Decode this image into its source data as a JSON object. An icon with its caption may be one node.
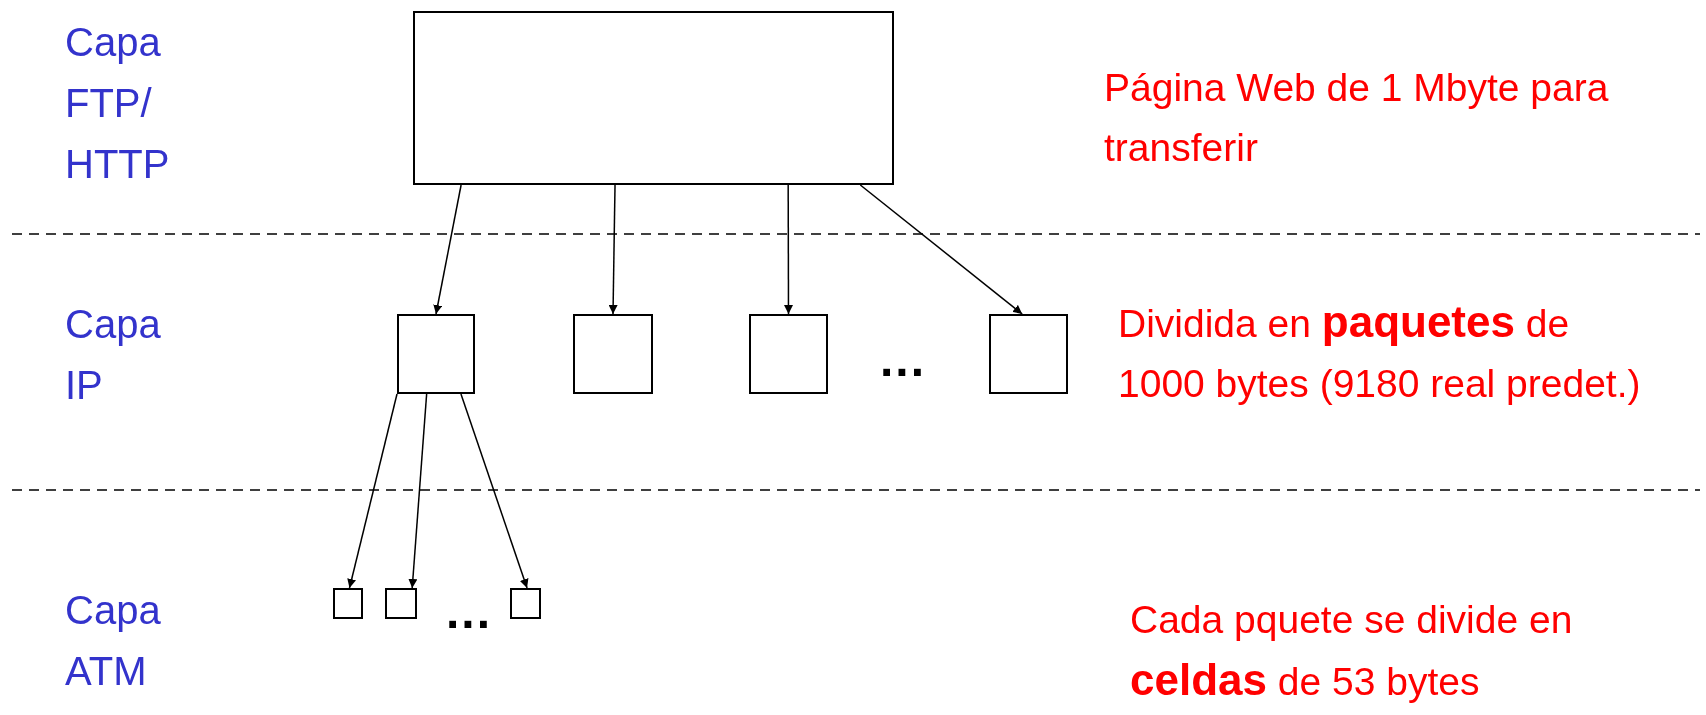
{
  "diagram": {
    "nodes": [
      {
        "text": [],
        "shape": "box"
      },
      {
        "text": [],
        "shape": "box"
      },
      {
        "text": [],
        "shape": "box"
      },
      {
        "text": [],
        "shape": "box"
      },
      {
        "text": [],
        "shape": "box"
      },
      {
        "text": [],
        "shape": "box"
      },
      {
        "text": [],
        "shape": "box"
      },
      {
        "text": [],
        "shape": "box"
      }
    ],
    "edges": [
      {
        "from": 0,
        "to": 1,
        "arrow": "to"
      },
      {
        "from": 0,
        "to": 2,
        "arrow": "to"
      },
      {
        "from": 0,
        "to": 3,
        "arrow": "to"
      },
      {
        "from": 0,
        "to": 4,
        "arrow": "to"
      },
      {
        "from": 1,
        "to": 5,
        "arrow": "to"
      },
      {
        "from": 1,
        "to": 6,
        "arrow": "to"
      },
      {
        "from": 1,
        "to": 7,
        "arrow": "to"
      }
    ],
    "labels": [
      "Capa FTP/ HTTP",
      "Página Web de 1 Mbyte para transferir",
      "Capa IP",
      "...",
      "Dividida en **paquetes** de 1000 bytes (9180 real predet.)",
      "...",
      "Capa ATM",
      "Cada pquete se divide en **celdas** de 53 bytes"
    ]
  }
}
